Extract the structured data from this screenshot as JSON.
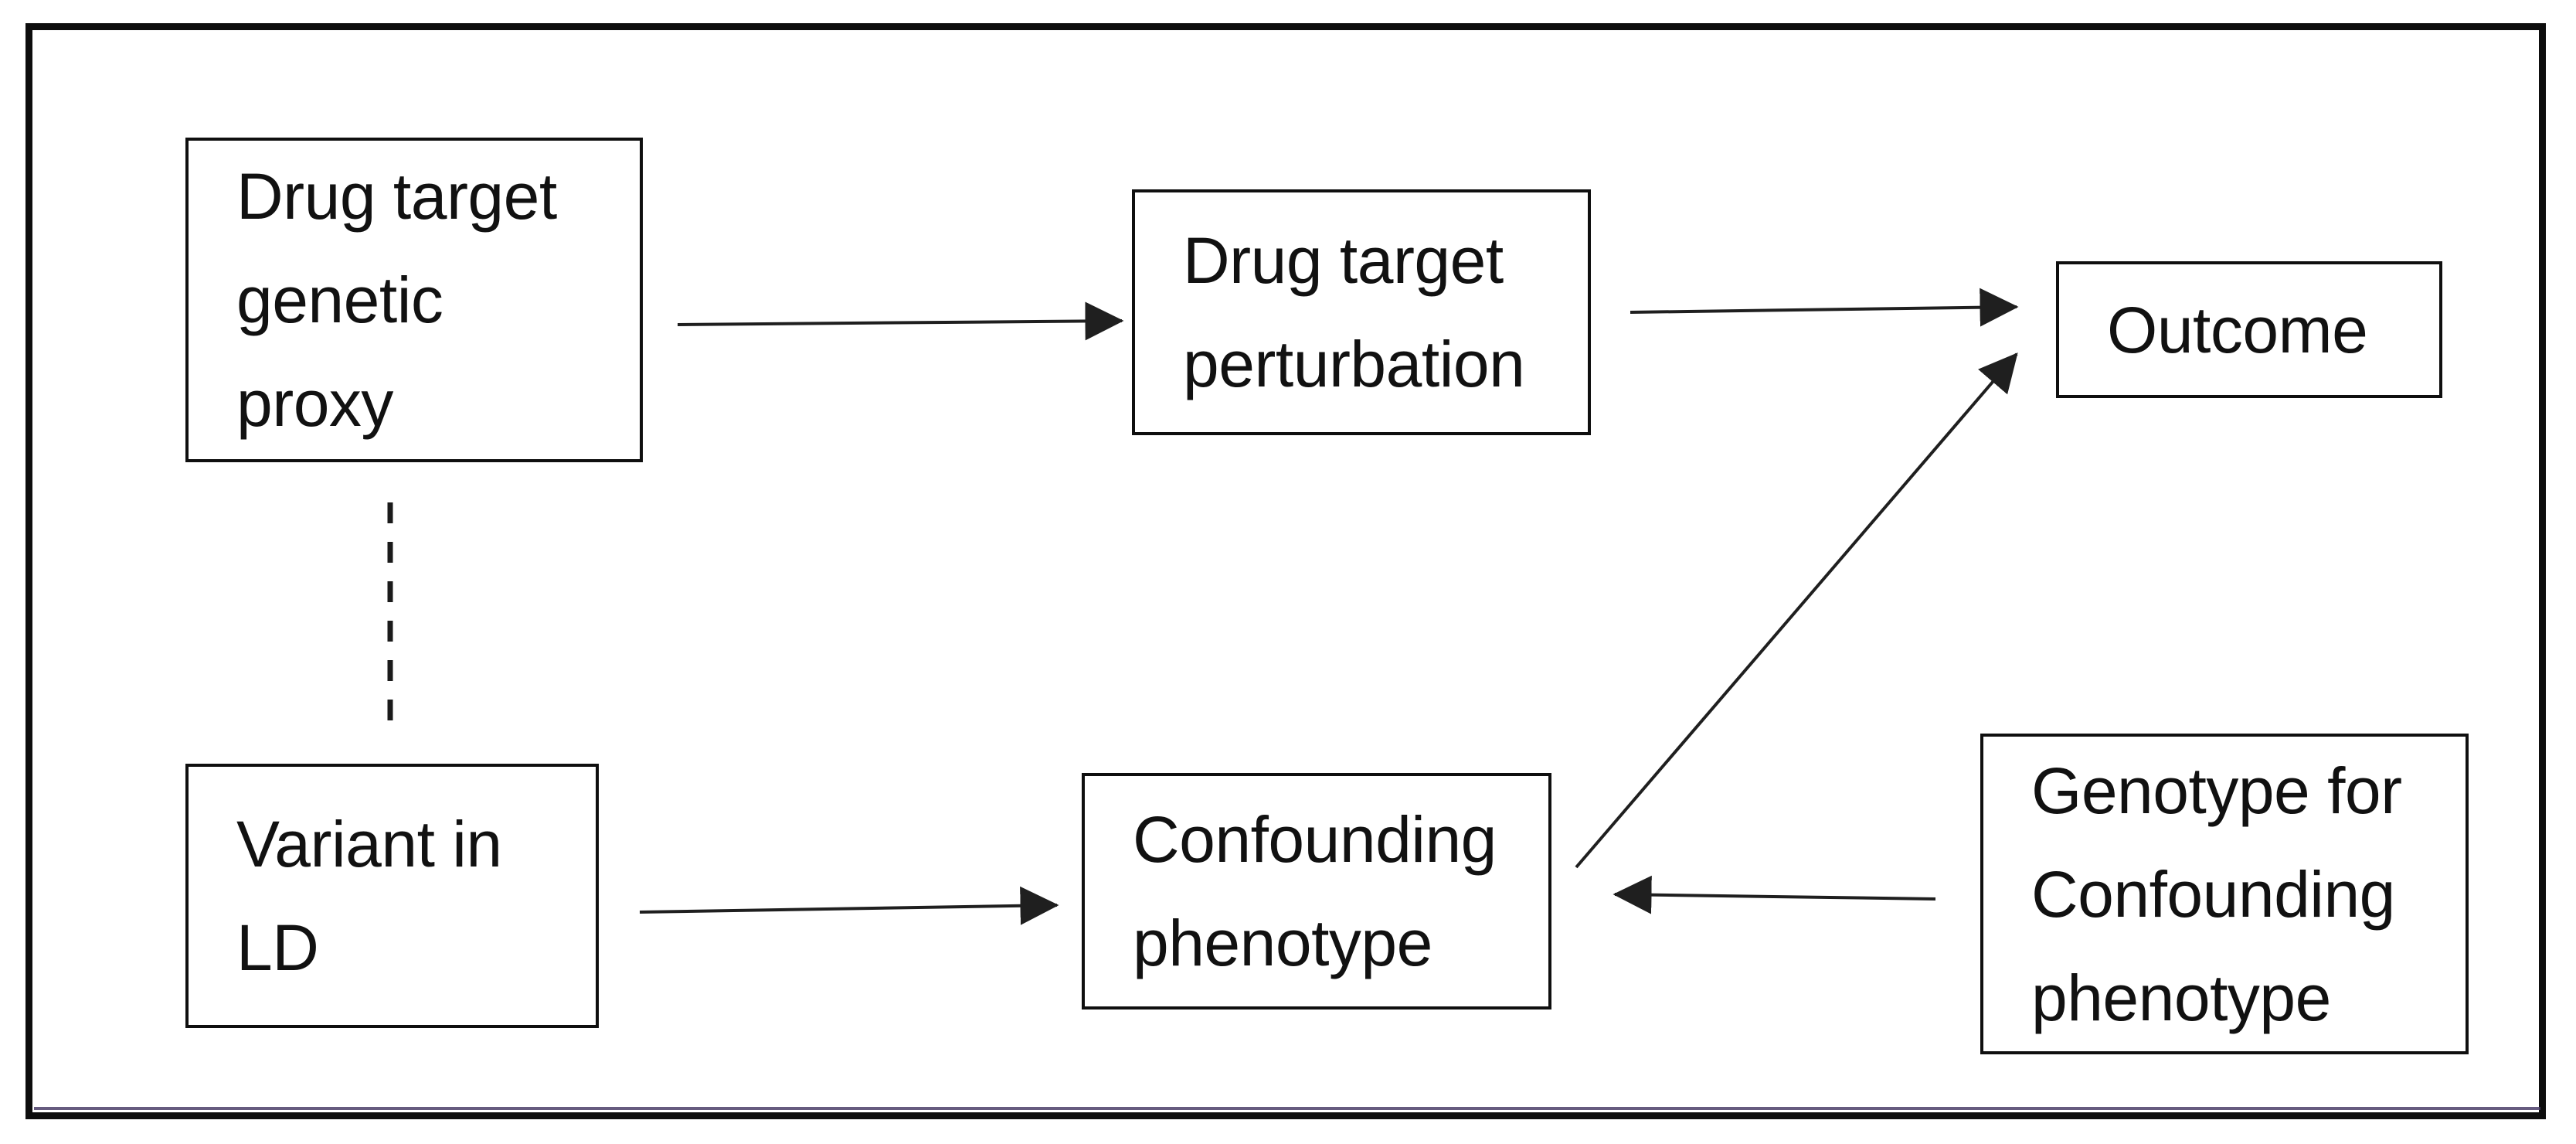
{
  "diagram": {
    "nodes": [
      {
        "id": "drug-target-genetic-proxy",
        "label": "Drug target\ngenetic\nproxy"
      },
      {
        "id": "drug-target-perturbation",
        "label": "Drug target\nperturbation"
      },
      {
        "id": "outcome",
        "label": "Outcome"
      },
      {
        "id": "variant-in-ld",
        "label": "Variant in\nLD"
      },
      {
        "id": "confounding-phenotype",
        "label": "Confounding\nphenotype"
      },
      {
        "id": "genotype-for-confounding-phenotype",
        "label": "Genotype for\nConfounding\nphenotype"
      }
    ],
    "edges": [
      {
        "from": "drug-target-genetic-proxy",
        "to": "drug-target-perturbation",
        "style": "solid-arrow"
      },
      {
        "from": "drug-target-perturbation",
        "to": "outcome",
        "style": "solid-arrow"
      },
      {
        "from": "variant-in-ld",
        "to": "confounding-phenotype",
        "style": "solid-arrow"
      },
      {
        "from": "genotype-for-confounding-phenotype",
        "to": "confounding-phenotype",
        "style": "solid-arrow"
      },
      {
        "from": "confounding-phenotype",
        "to": "outcome",
        "style": "solid-arrow"
      },
      {
        "from": "drug-target-genetic-proxy",
        "to": "variant-in-ld",
        "style": "dashed-line"
      }
    ],
    "colors": {
      "background": "#ffffff",
      "frame_border": "#0d0d0d",
      "box_border": "#0f0f0f",
      "text": "#111111",
      "arrow": "#1f1f1f",
      "bottom_accent": "#4b3e69"
    }
  }
}
